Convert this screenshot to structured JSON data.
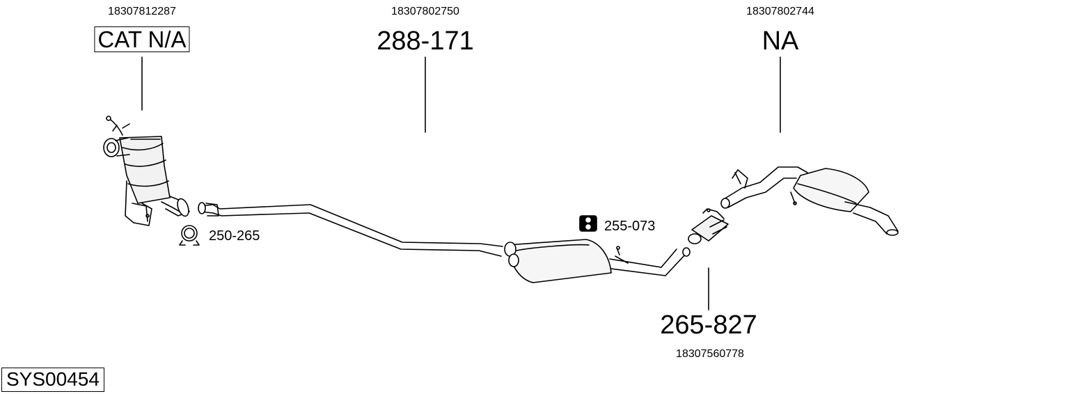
{
  "diagram": {
    "system_id": "SYS00454",
    "parts": [
      {
        "oem": "18307812287",
        "part_number": "CAT N/A",
        "boxed": true
      },
      {
        "oem": "18307802750",
        "part_number": "288-171"
      },
      {
        "oem": "18307802744",
        "part_number": "NA"
      },
      {
        "oem": "18307560778",
        "part_number": "265-827"
      }
    ],
    "accessories": [
      {
        "part_number": "250-265",
        "icon": "pipe-clamp-icon"
      },
      {
        "part_number": "255-073",
        "icon": "rubber-mount-icon"
      }
    ]
  }
}
